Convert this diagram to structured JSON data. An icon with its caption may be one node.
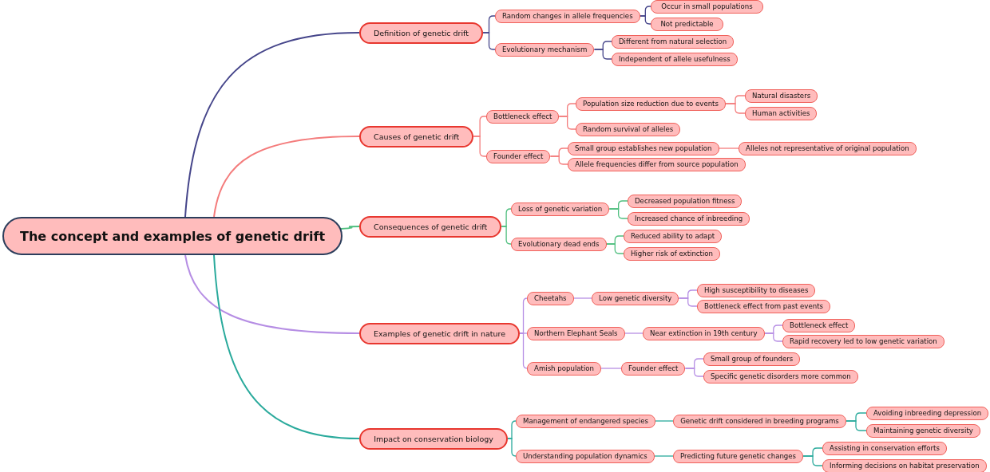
{
  "diagram": {
    "nodes": [
      {
        "text": [
          "The concept and examples of genetic drift"
        ]
      },
      {
        "text": [
          "Definition of genetic drift"
        ]
      },
      {
        "text": [
          "Random changes in allele frequencies"
        ]
      },
      {
        "text": [
          "Occur in small populations"
        ]
      },
      {
        "text": [
          "Not predictable"
        ]
      },
      {
        "text": [
          "Evolutionary mechanism"
        ]
      },
      {
        "text": [
          "Different from natural selection"
        ]
      },
      {
        "text": [
          "Independent of allele usefulness"
        ]
      },
      {
        "text": [
          "Causes of genetic drift"
        ]
      },
      {
        "text": [
          "Bottleneck effect"
        ]
      },
      {
        "text": [
          "Population size reduction due to events"
        ]
      },
      {
        "text": [
          "Natural disasters"
        ]
      },
      {
        "text": [
          "Human activities"
        ]
      },
      {
        "text": [
          "Random survival of alleles"
        ]
      },
      {
        "text": [
          "Founder effect"
        ]
      },
      {
        "text": [
          "Small group establishes new population"
        ]
      },
      {
        "text": [
          "Alleles not representative of original population"
        ]
      },
      {
        "text": [
          "Allele frequencies differ from source population"
        ]
      },
      {
        "text": [
          "Consequences of genetic drift"
        ]
      },
      {
        "text": [
          "Loss of genetic variation"
        ]
      },
      {
        "text": [
          "Decreased population fitness"
        ]
      },
      {
        "text": [
          "Increased chance of inbreeding"
        ]
      },
      {
        "text": [
          "Evolutionary dead ends"
        ]
      },
      {
        "text": [
          "Reduced ability to adapt"
        ]
      },
      {
        "text": [
          "Higher risk of extinction"
        ]
      },
      {
        "text": [
          "Examples of genetic drift in nature"
        ]
      },
      {
        "text": [
          "Cheetahs"
        ]
      },
      {
        "text": [
          "Low genetic diversity"
        ]
      },
      {
        "text": [
          "High susceptibility to diseases"
        ]
      },
      {
        "text": [
          "Bottleneck effect from past events"
        ]
      },
      {
        "text": [
          "Northern Elephant Seals"
        ]
      },
      {
        "text": [
          "Near extinction in 19th century"
        ]
      },
      {
        "text": [
          "Bottleneck effect"
        ]
      },
      {
        "text": [
          "Rapid recovery led to low genetic variation"
        ]
      },
      {
        "text": [
          "Amish population"
        ]
      },
      {
        "text": [
          "Founder effect"
        ]
      },
      {
        "text": [
          "Small group of founders"
        ]
      },
      {
        "text": [
          "Specific genetic disorders more common"
        ]
      },
      {
        "text": [
          "Impact on conservation biology"
        ]
      },
      {
        "text": [
          "Management of endangered species"
        ]
      },
      {
        "text": [
          "Genetic drift considered in breeding programs"
        ]
      },
      {
        "text": [
          "Avoiding inbreeding depression"
        ]
      },
      {
        "text": [
          "Maintaining genetic diversity"
        ]
      },
      {
        "text": [
          "Understanding population dynamics"
        ]
      },
      {
        "text": [
          "Predicting future genetic changes"
        ]
      },
      {
        "text": [
          "Assisting in conservation efforts"
        ]
      },
      {
        "text": [
          "Informing decisions on habitat preservation"
        ]
      }
    ],
    "edges": [
      {
        "from": 0,
        "to": 1,
        "arrow": "none",
        "color": "#45458a"
      },
      {
        "from": 1,
        "to": 2,
        "arrow": "none",
        "color": "#45458a"
      },
      {
        "from": 2,
        "to": 3,
        "arrow": "none",
        "color": "#45458a"
      },
      {
        "from": 2,
        "to": 4,
        "arrow": "none",
        "color": "#45458a"
      },
      {
        "from": 1,
        "to": 5,
        "arrow": "none",
        "color": "#45458a"
      },
      {
        "from": 5,
        "to": 6,
        "arrow": "none",
        "color": "#45458a"
      },
      {
        "from": 5,
        "to": 7,
        "arrow": "none",
        "color": "#45458a"
      },
      {
        "from": 0,
        "to": 8,
        "arrow": "none",
        "color": "#f47c7c"
      },
      {
        "from": 8,
        "to": 9,
        "arrow": "none",
        "color": "#f47c7c"
      },
      {
        "from": 9,
        "to": 10,
        "arrow": "none",
        "color": "#f47c7c"
      },
      {
        "from": 10,
        "to": 11,
        "arrow": "none",
        "color": "#f47c7c"
      },
      {
        "from": 10,
        "to": 12,
        "arrow": "none",
        "color": "#f47c7c"
      },
      {
        "from": 9,
        "to": 13,
        "arrow": "none",
        "color": "#f47c7c"
      },
      {
        "from": 8,
        "to": 14,
        "arrow": "none",
        "color": "#f47c7c"
      },
      {
        "from": 14,
        "to": 15,
        "arrow": "none",
        "color": "#f47c7c"
      },
      {
        "from": 15,
        "to": 16,
        "arrow": "none",
        "color": "#f47c7c"
      },
      {
        "from": 14,
        "to": 17,
        "arrow": "none",
        "color": "#f47c7c"
      },
      {
        "from": 0,
        "to": 18,
        "arrow": "none",
        "color": "#4fbf7f"
      },
      {
        "from": 18,
        "to": 19,
        "arrow": "none",
        "color": "#4fbf7f"
      },
      {
        "from": 19,
        "to": 20,
        "arrow": "none",
        "color": "#4fbf7f"
      },
      {
        "from": 19,
        "to": 21,
        "arrow": "none",
        "color": "#4fbf7f"
      },
      {
        "from": 18,
        "to": 22,
        "arrow": "none",
        "color": "#4fbf7f"
      },
      {
        "from": 22,
        "to": 23,
        "arrow": "none",
        "color": "#4fbf7f"
      },
      {
        "from": 22,
        "to": 24,
        "arrow": "none",
        "color": "#4fbf7f"
      },
      {
        "from": 0,
        "to": 25,
        "arrow": "none",
        "color": "#b68ee4"
      },
      {
        "from": 25,
        "to": 26,
        "arrow": "none",
        "color": "#b68ee4"
      },
      {
        "from": 26,
        "to": 27,
        "arrow": "none",
        "color": "#b68ee4"
      },
      {
        "from": 27,
        "to": 28,
        "arrow": "none",
        "color": "#b68ee4"
      },
      {
        "from": 27,
        "to": 29,
        "arrow": "none",
        "color": "#b68ee4"
      },
      {
        "from": 25,
        "to": 30,
        "arrow": "none",
        "color": "#b68ee4"
      },
      {
        "from": 30,
        "to": 31,
        "arrow": "none",
        "color": "#b68ee4"
      },
      {
        "from": 31,
        "to": 32,
        "arrow": "none",
        "color": "#b68ee4"
      },
      {
        "from": 31,
        "to": 33,
        "arrow": "none",
        "color": "#b68ee4"
      },
      {
        "from": 25,
        "to": 34,
        "arrow": "none",
        "color": "#b68ee4"
      },
      {
        "from": 34,
        "to": 35,
        "arrow": "none",
        "color": "#b68ee4"
      },
      {
        "from": 35,
        "to": 36,
        "arrow": "none",
        "color": "#b68ee4"
      },
      {
        "from": 35,
        "to": 37,
        "arrow": "none",
        "color": "#b68ee4"
      },
      {
        "from": 0,
        "to": 38,
        "arrow": "none",
        "color": "#2aaa9c"
      },
      {
        "from": 38,
        "to": 39,
        "arrow": "none",
        "color": "#2aaa9c"
      },
      {
        "from": 39,
        "to": 40,
        "arrow": "none",
        "color": "#2aaa9c"
      },
      {
        "from": 40,
        "to": 41,
        "arrow": "none",
        "color": "#2aaa9c"
      },
      {
        "from": 40,
        "to": 42,
        "arrow": "none",
        "color": "#2aaa9c"
      },
      {
        "from": 38,
        "to": 43,
        "arrow": "none",
        "color": "#2aaa9c"
      },
      {
        "from": 43,
        "to": 44,
        "arrow": "none",
        "color": "#2aaa9c"
      },
      {
        "from": 44,
        "to": 45,
        "arrow": "none",
        "color": "#2aaa9c"
      },
      {
        "from": 44,
        "to": 46,
        "arrow": "none",
        "color": "#2aaa9c"
      }
    ]
  }
}
